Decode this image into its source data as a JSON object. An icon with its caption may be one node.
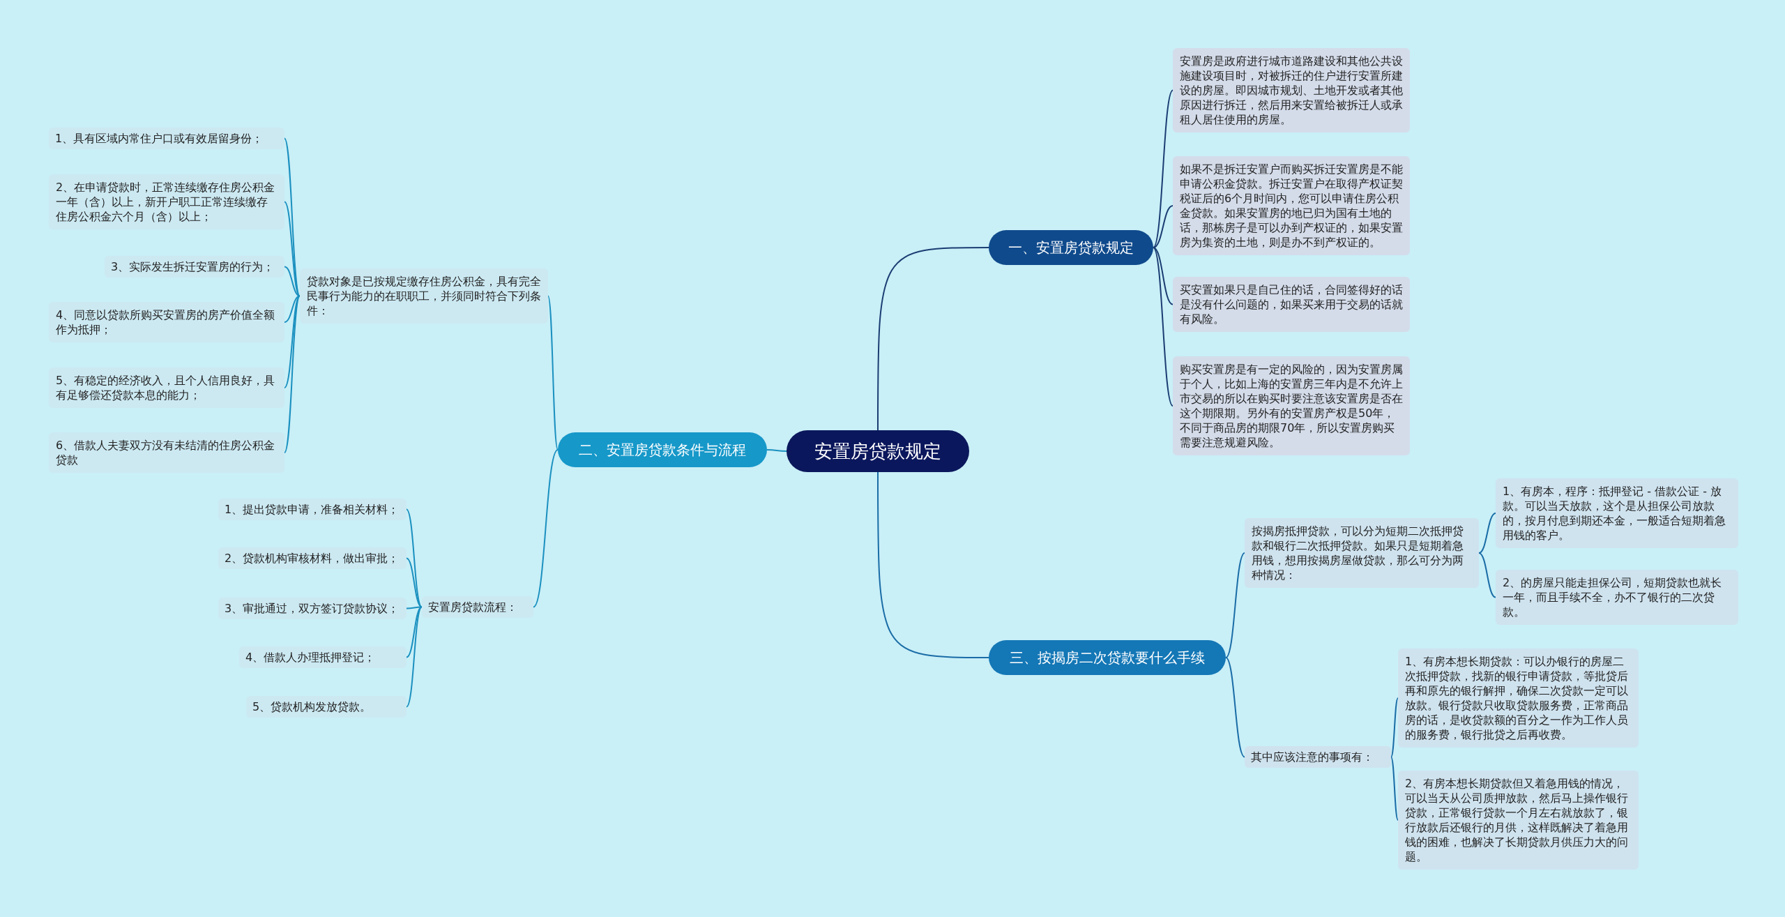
{
  "diagram": {
    "nodes": [
      {
        "text": [
          "安置房贷款规定"
        ]
      },
      {
        "text": [
          "一、安置房贷款规定"
        ]
      },
      {
        "text": [
          "安置房是政府进行城市道路建设和其他公共设施建设项目时，对被拆迁的住户进行安置所建设的房屋。即因城市规划、土地开发或者其他原因进行拆迁，然后用来安置给被拆迁人或承租人居住使用的房屋。"
        ]
      },
      {
        "text": [
          "如果不是拆迁安置户而购买拆迁安置房是不能申请公积金贷款。拆迁安置户在取得产权证契税证后的6个月时间内，您可以申请住房公积金贷款。如果安置房的地已归为国有土地的话，那栋房子是可以办到产权证的，如果安置房为集资的土地，则是办不到产权证的。"
        ]
      },
      {
        "text": [
          "买安置如果只是自己住的话，合同签得好的话是没有什么问题的，如果买来用于交易的话就有风险。"
        ]
      },
      {
        "text": [
          "购买安置房是有一定的风险的，因为安置房属于个人，比如上海的安置房三年内是不允许上市交易的所以在购买时要注意该安置房是否在这个期限期。另外有的安置房产权是50年，不同于商品房的期限70年，所以安置房购买需要注意规避风险。"
        ]
      },
      {
        "text": [
          "二、安置房贷款条件与流程"
        ]
      },
      {
        "text": [
          "贷款对象是已按规定缴存住房公积金，具有完全民事行为能力的在职职工，并须同时符合下列条件："
        ]
      },
      {
        "text": [
          "1、具有区域内常住户口或有效居留身份；"
        ]
      },
      {
        "text": [
          "2、在申请贷款时，正常连续缴存住房公积金一年（含）以上，新开户职工正常连续缴存住房公积金六个月（含）以上；"
        ]
      },
      {
        "text": [
          "3、实际发生拆迁安置房的行为；"
        ]
      },
      {
        "text": [
          "4、同意以贷款所购买安置房的房产价值全额作为抵押；"
        ]
      },
      {
        "text": [
          "5、有稳定的经济收入，且个人信用良好，具有足够偿还贷款本息的能力；"
        ]
      },
      {
        "text": [
          "6、借款人夫妻双方没有未结清的住房公积金贷款"
        ]
      },
      {
        "text": [
          "安置房贷款流程："
        ]
      },
      {
        "text": [
          "1、提出贷款申请，准备相关材料；"
        ]
      },
      {
        "text": [
          "2、贷款机构审核材料，做出审批；"
        ]
      },
      {
        "text": [
          "3、审批通过，双方签订贷款协议；"
        ]
      },
      {
        "text": [
          "4、借款人办理抵押登记；"
        ]
      },
      {
        "text": [
          "5、贷款机构发放贷款。"
        ]
      },
      {
        "text": [
          "三、按揭房二次贷款要什么手续"
        ]
      },
      {
        "text": [
          "按揭房抵押贷款，可以分为短期二次抵押贷款和银行二次抵押贷款。如果只是短期着急用钱，想用按揭房屋做贷款，那么可分为两种情况："
        ]
      },
      {
        "text": [
          "1、有房本，程序：抵押登记 - 借款公证 - 放款。可以当天放款，这个是从担保公司放款的，按月付息到期还本金，一般适合短期着急用钱的客户。"
        ]
      },
      {
        "text": [
          "2、的房屋只能走担保公司，短期贷款也就长一年，而且手续不全，办不了银行的二次贷款。"
        ]
      },
      {
        "text": [
          "其中应该注意的事项有："
        ]
      },
      {
        "text": [
          "1、有房本想长期贷款：可以办银行的房屋二次抵押贷款，找新的银行申请贷款，等批贷后再和原先的银行解押，确保二次贷款一定可以放款。银行贷款只收取贷款服务费，正常商品房的话，是收贷款额的百分之一作为工作人员的服务费，银行批贷之后再收费。"
        ]
      },
      {
        "text": [
          "2、有房本想长期贷款但又着急用钱的情况，可以当天从公司质押放款，然后马上操作银行贷款，正常银行贷款一个月左右就放款了，银行放款后还银行的月供，这样既解决了着急用钱的困难，也解决了长期贷款月供压力大的问题。"
        ]
      }
    ],
    "edges": [
      {
        "from": 0,
        "to": 1,
        "arrow": "none"
      },
      {
        "from": 1,
        "to": 2,
        "arrow": "none"
      },
      {
        "from": 1,
        "to": 3,
        "arrow": "none"
      },
      {
        "from": 1,
        "to": 4,
        "arrow": "none"
      },
      {
        "from": 1,
        "to": 5,
        "arrow": "none"
      },
      {
        "from": 0,
        "to": 6,
        "arrow": "none"
      },
      {
        "from": 6,
        "to": 7,
        "arrow": "none"
      },
      {
        "from": 7,
        "to": 8,
        "arrow": "none"
      },
      {
        "from": 7,
        "to": 9,
        "arrow": "none"
      },
      {
        "from": 7,
        "to": 10,
        "arrow": "none"
      },
      {
        "from": 7,
        "to": 11,
        "arrow": "none"
      },
      {
        "from": 7,
        "to": 12,
        "arrow": "none"
      },
      {
        "from": 7,
        "to": 13,
        "arrow": "none"
      },
      {
        "from": 6,
        "to": 14,
        "arrow": "none"
      },
      {
        "from": 14,
        "to": 15,
        "arrow": "none"
      },
      {
        "from": 14,
        "to": 16,
        "arrow": "none"
      },
      {
        "from": 14,
        "to": 17,
        "arrow": "none"
      },
      {
        "from": 14,
        "to": 18,
        "arrow": "none"
      },
      {
        "from": 14,
        "to": 19,
        "arrow": "none"
      },
      {
        "from": 0,
        "to": 20,
        "arrow": "none"
      },
      {
        "from": 20,
        "to": 21,
        "arrow": "none"
      },
      {
        "from": 21,
        "to": 22,
        "arrow": "none"
      },
      {
        "from": 21,
        "to": 23,
        "arrow": "none"
      },
      {
        "from": 20,
        "to": 24,
        "arrow": "none"
      },
      {
        "from": 24,
        "to": 25,
        "arrow": "none"
      },
      {
        "from": 24,
        "to": 26,
        "arrow": "none"
      }
    ]
  }
}
